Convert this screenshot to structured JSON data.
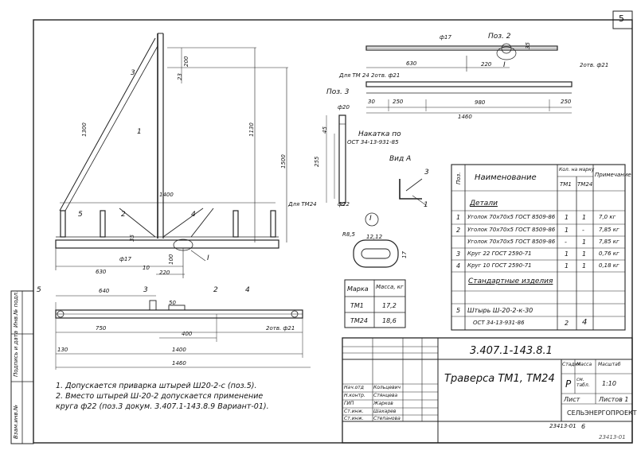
{
  "page_number": "5",
  "pos_labels": {
    "pos2": "Поз. 2",
    "pos3": "Поз. 3",
    "view_a": "Вид А",
    "roman": "I"
  },
  "part_numbers": [
    "1",
    "2",
    "3",
    "4",
    "5"
  ],
  "dims": {
    "d630": "630",
    "d220": "220",
    "d1460": "1460",
    "d30": "30",
    "d250": "250",
    "d980": "980",
    "d1400": "1400",
    "d1300": "1300",
    "d1130": "1130",
    "d1500": "1500",
    "d200": "200",
    "d23": "23",
    "d35": "35",
    "d100": "100",
    "d10": "10",
    "d17": "ф17",
    "d20": "ф20",
    "d22": "ф22",
    "d255": "255",
    "d45": "45",
    "d640": "640",
    "d750": "750",
    "d400": "400",
    "d130": "130",
    "d50": "50",
    "r85": "R8,5",
    "d1212": "12,12",
    "d17b": "17"
  },
  "notes_on_drawing": {
    "for_tm24_top": "Для ТМ 24 2отв. ф21",
    "holes_top": "2отв. ф21",
    "for_tm24_mid": "Для ТМ24",
    "holes_bottom": "2отв. ф21",
    "thread_line1": "Накатка по",
    "thread_line2": "ОСТ 34-13-931-85"
  },
  "mass_table": {
    "headers": [
      "Марка",
      "Масса, кг"
    ],
    "rows": [
      [
        "ТМ1",
        "17,2"
      ],
      [
        "ТМ24",
        "18,6"
      ]
    ]
  },
  "spec_table": {
    "headers": {
      "pos": "Поз.",
      "name": "Наименование",
      "qty": "Кол. на марку",
      "tm1": "ТМ1",
      "tm24": "ТМ24",
      "note": "Примечание"
    },
    "section_details": "Детали",
    "section_standard": "Стандартные изделия",
    "rows": [
      {
        "pos": "1",
        "name": "Уголок 70х70х5 ГОСТ 8509-86",
        "tm1": "1",
        "tm24": "1",
        "note": "7,0 кг"
      },
      {
        "pos": "2",
        "name": "Уголок 70х70х5 ГОСТ 8509-86",
        "tm1": "1",
        "tm24": "-",
        "note": "7,85 кг"
      },
      {
        "pos": "",
        "name": "Уголок 70х70х5 ГОСТ 8509-86",
        "tm1": "-",
        "tm24": "1",
        "note": "7,85 кг"
      },
      {
        "pos": "3",
        "name": "Круг 22 ГОСТ 2590-71",
        "tm1": "1",
        "tm24": "1",
        "note": "0,76 кг"
      },
      {
        "pos": "4",
        "name": "Круг 10 ГОСТ 2590-71",
        "tm1": "1",
        "tm24": "1",
        "note": "0,18 кг"
      },
      {
        "pos": "5",
        "name": "Штырь Ш-20-2-к-30",
        "tm1": "",
        "tm24": "",
        "note": ""
      },
      {
        "pos": "",
        "name": "ОСТ 34-13-931-86",
        "tm1": "2",
        "tm24": "4",
        "note": ""
      }
    ]
  },
  "notes": [
    "1. Допускается приварка штырей Ш20-2-с (поз.5).",
    "2. Вместо штырей Ш-20-2 допускается применение",
    "круга ф22 (поз.3 докум. 3.407.1-143.8.9 Вариант-01)."
  ],
  "title_block": {
    "doc_code": "3.407.1-143.8.1",
    "title": "Траверса ТМ1, ТМ24",
    "stage_h": "Стадия",
    "mass_h": "Масса",
    "scale_h": "Масштаб",
    "stage": "Р",
    "mass": "см. табл.",
    "scale": "1:10",
    "sheet": "Лист",
    "sheets": "Листов 1",
    "org": "СЕЛЬЭНЕРГОПРОЕКТ",
    "roles": [
      "Нач.отд",
      "Н.контр.",
      "ГИП",
      "Ст.инж.",
      "Ст.инж."
    ],
    "people": [
      "Кольцевич",
      "Стянцева",
      "Жарков",
      "Шахарев",
      "Степанова"
    ]
  },
  "side_stamp": [
    "Инв.№ подл.",
    "Подпись и дата",
    "Взам.инв.№"
  ],
  "bottom_codes": {
    "left": "23413-01",
    "num": "6",
    "right": "23413-01"
  }
}
